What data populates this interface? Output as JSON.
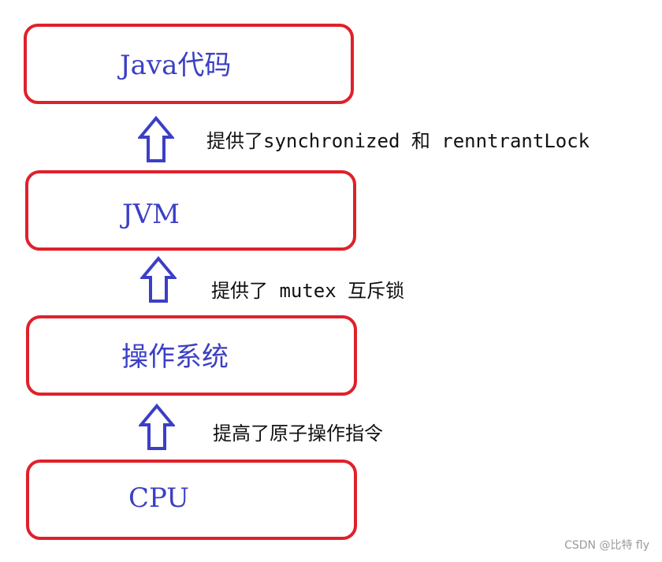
{
  "layers": [
    {
      "label": "Java代码"
    },
    {
      "label": "JVM"
    },
    {
      "label": "操作系统"
    },
    {
      "label": "CPU"
    }
  ],
  "arrows": [
    {
      "note": "提供了synchronized 和 renntrantLock"
    },
    {
      "note": "提供了 mutex 互斥锁"
    },
    {
      "note": "提高了原子操作指令"
    }
  ],
  "watermark": "CSDN @比特 fly",
  "colors": {
    "box_border": "#e0202a",
    "label_text": "#3b3fc4",
    "arrow_stroke": "#3b3fc4",
    "note_text": "#111111"
  }
}
